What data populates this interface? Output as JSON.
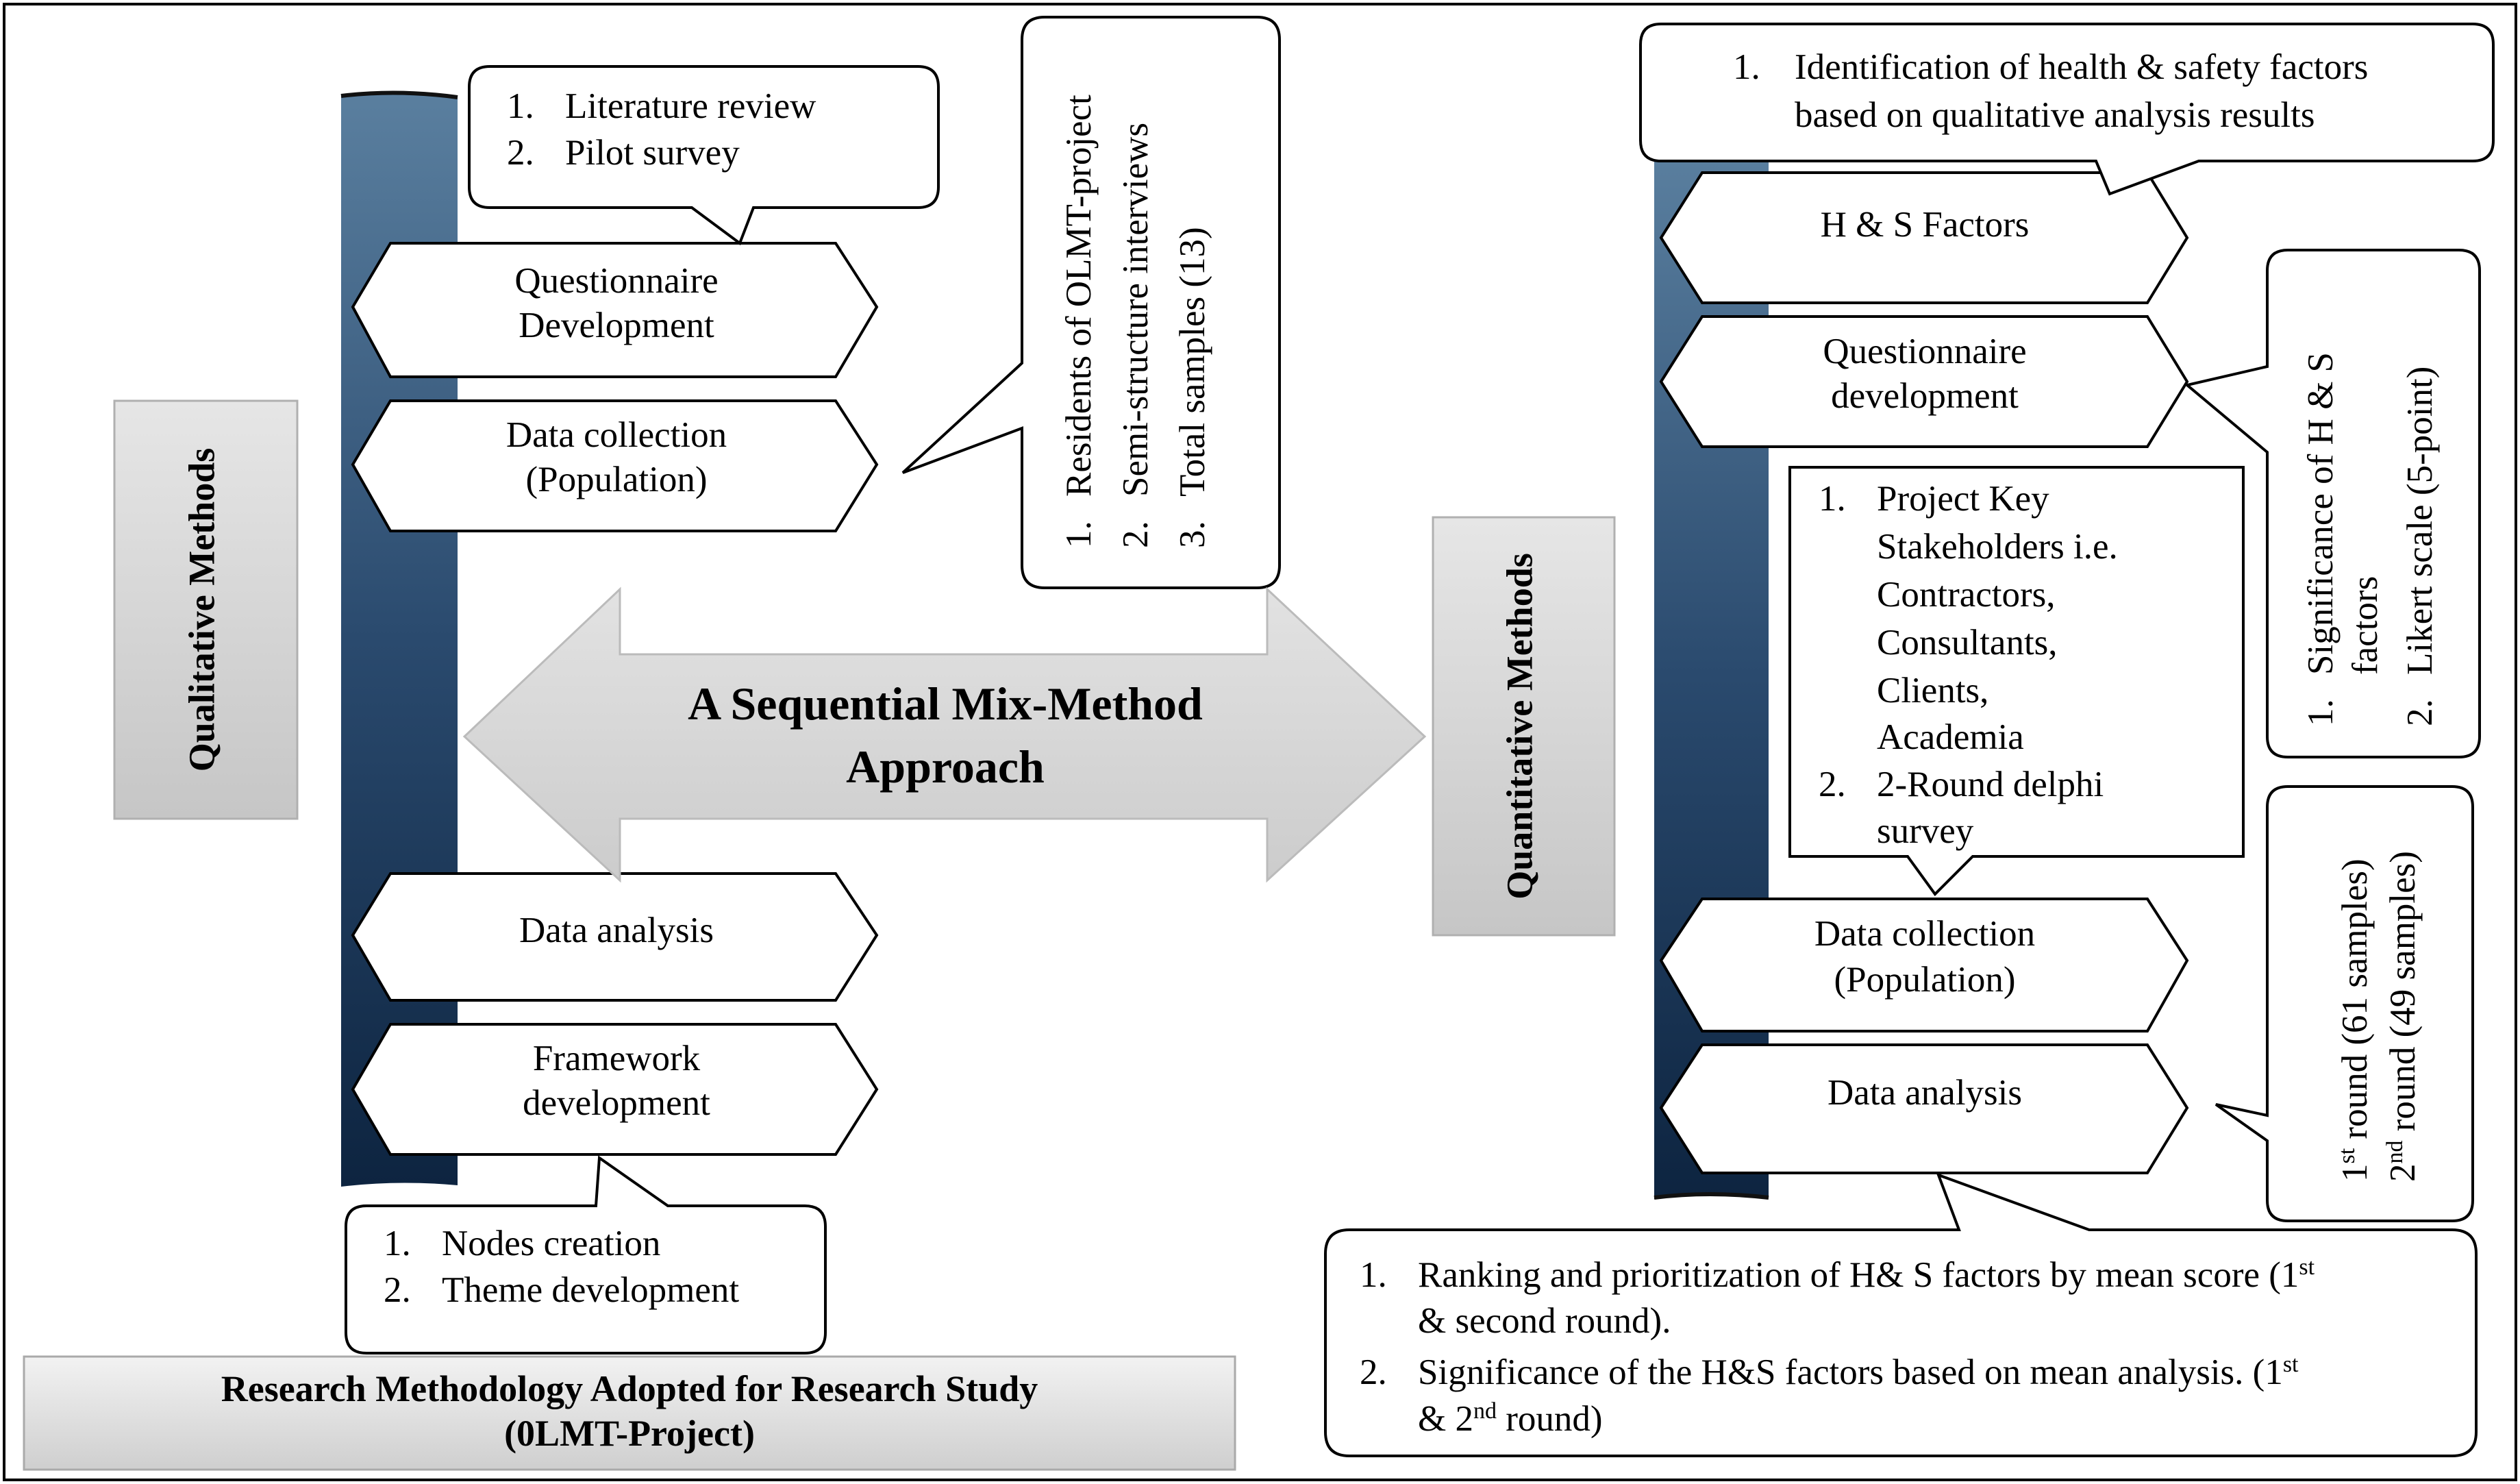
{
  "title": {
    "line1": "Research Methodology Adopted for Research Study",
    "line2": "(0LMT-Project)"
  },
  "center_arrow": {
    "line1": "A Sequential Mix-Method",
    "line2": "Approach"
  },
  "qualitative": {
    "label": "Qualitative Methods",
    "steps": [
      {
        "line1": "Questionnaire",
        "line2": "Development"
      },
      {
        "line1": "Data collection",
        "line2": "(Population)"
      },
      {
        "line1": "Data analysis",
        "line2": ""
      },
      {
        "line1": "Framework",
        "line2": "development"
      }
    ],
    "callout_top": {
      "item1_num": "1.",
      "item1": "Literature review",
      "item2_num": "2.",
      "item2": "Pilot survey"
    },
    "callout_vertical": {
      "item1_num": "1.",
      "item1": "Residents of OLMT-project",
      "item2_num": "2.",
      "item2": "Semi-structure interviews",
      "item3_num": "3.",
      "item3": "Total samples (13)"
    },
    "callout_bottom": {
      "item1_num": "1.",
      "item1": "Nodes creation",
      "item2_num": "2.",
      "item2": "Theme development"
    }
  },
  "quantitative": {
    "label": "Quantitative Methods",
    "steps": [
      {
        "line1": "H & S Factors",
        "line2": ""
      },
      {
        "line1": "Questionnaire",
        "line2": "development"
      },
      {
        "line1": "Data collection",
        "line2": "(Population)"
      },
      {
        "line1": "Data analysis",
        "line2": ""
      }
    ],
    "callout_top": {
      "num": "1.",
      "line1": "Identification of health & safety factors",
      "line2": "based on qualitative analysis results"
    },
    "callout_stakeholders": {
      "item1_num": "1.",
      "item1_lines": [
        "Project Key",
        "Stakeholders i.e.",
        "Contractors,",
        "Consultants,",
        "Clients,",
        "Academia"
      ],
      "item2_num": "2.",
      "item2_lines": [
        "2-Round delphi",
        "survey"
      ]
    },
    "callout_significance": {
      "item1_num": "1.",
      "item1_line1": "Significance of H & S",
      "item1_line2": "factors",
      "item2_num": "2.",
      "item2": "Likert scale (5-point)"
    },
    "callout_rounds": {
      "line1_pre": "1",
      "line1_sup": "st",
      "line1_post": " round (61 samples)",
      "line2_pre": "2",
      "line2_sup": "nd",
      "line2_post": " round (49 samples)"
    },
    "callout_bottom": {
      "item1_num": "1.",
      "item1_line1": "Ranking and prioritization of H& S factors by mean score (1",
      "item1_sup": "st",
      "item1_line2": "& second round).",
      "item2_num": "2.",
      "item2_line1": "Significance of the H&S factors based on mean analysis. (1",
      "item2_sup": "st",
      "item2_line2_pre": "& 2",
      "item2_line2_sup": "nd",
      "item2_line2_post": "  round)"
    }
  },
  "colors": {
    "bar_top": "#5a7f9f",
    "bar_bottom": "#0d2440",
    "arrow_fill": "#d4d4d4",
    "label_box_fill": "#d6d6d6",
    "outline": "#000000"
  }
}
